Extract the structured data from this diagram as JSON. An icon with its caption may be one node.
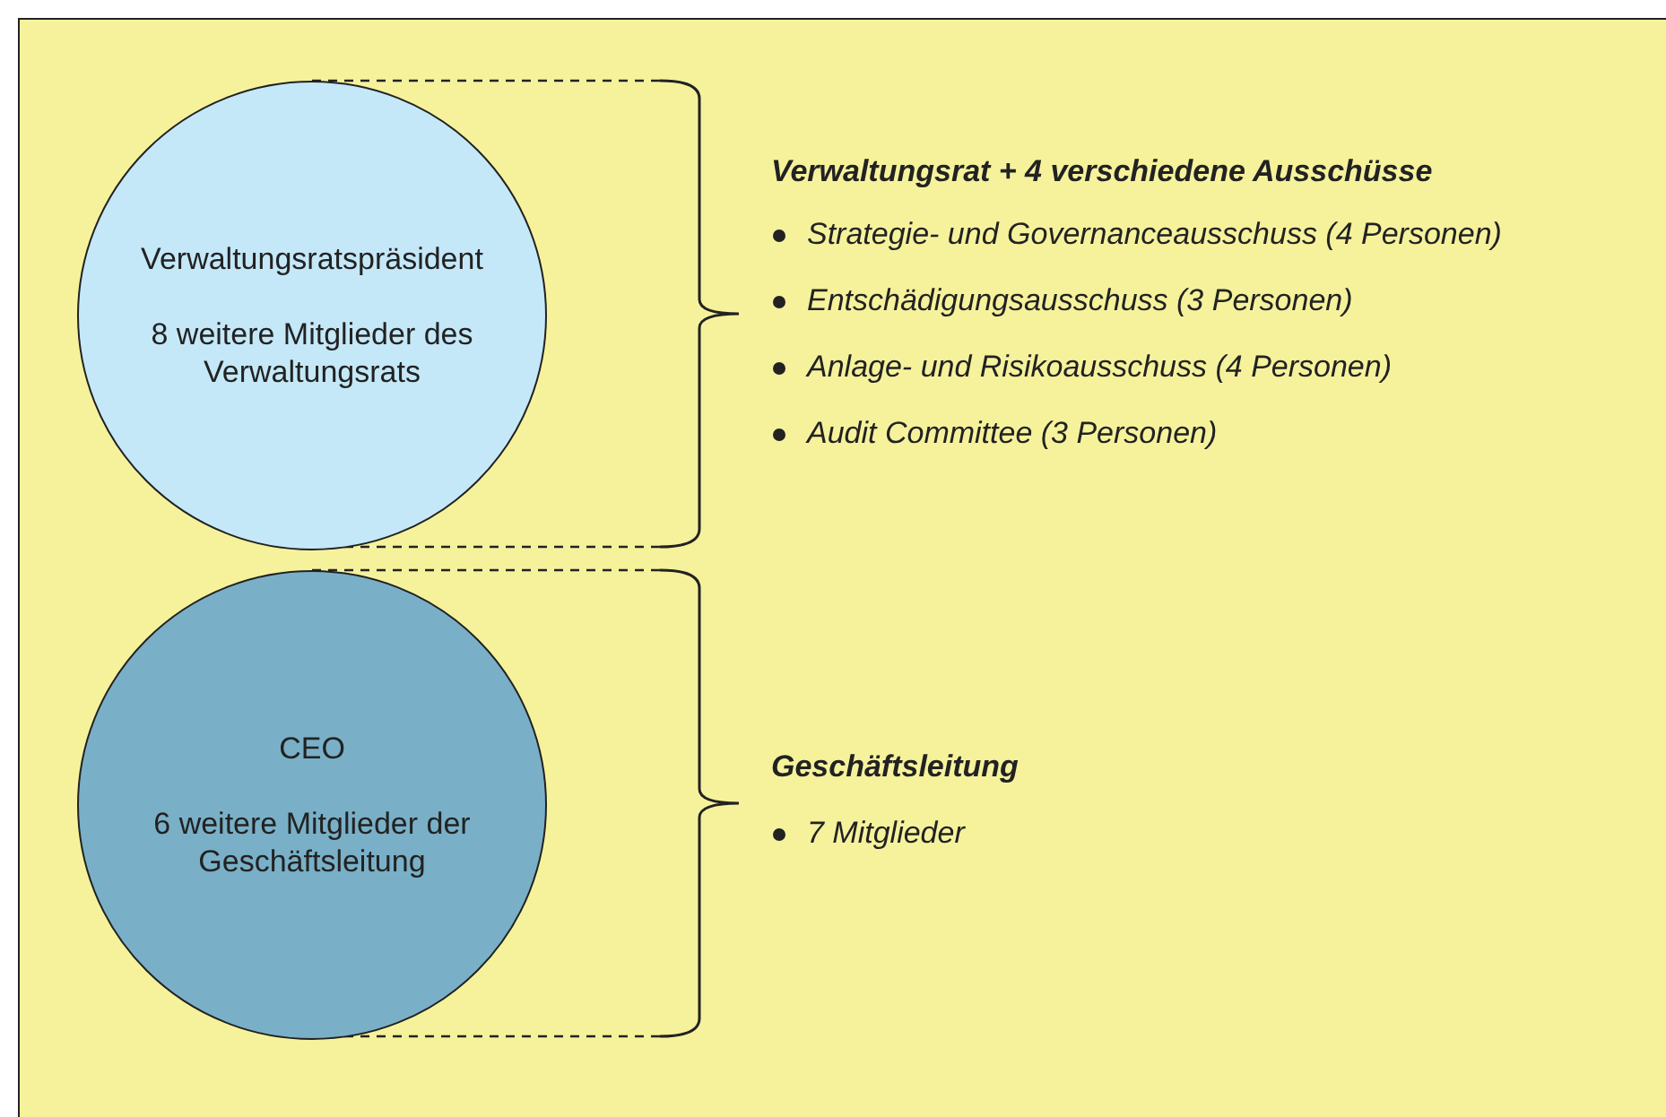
{
  "diagram": {
    "nodes": [
      {
        "text": [
          "Verwaltungsratspräsident",
          "8 weitere Mitglieder des Verwaltungsrats"
        ]
      },
      {
        "text": [
          "CEO",
          "6 weitere Mitglieder der Geschäftsleitung"
        ]
      }
    ],
    "edges": [],
    "labels": [
      "Verwaltungsrat + 4 verschiedene Ausschüsse",
      "Strategie- und Governanceausschuss (4 Personen)",
      "Entschädigungsausschuss (3 Personen)",
      "Anlage- und Risikoausschuss (4 Personen)",
      "Audit Committee (3 Personen)",
      "Geschäftsleitung",
      "7 Mitglieder"
    ]
  }
}
